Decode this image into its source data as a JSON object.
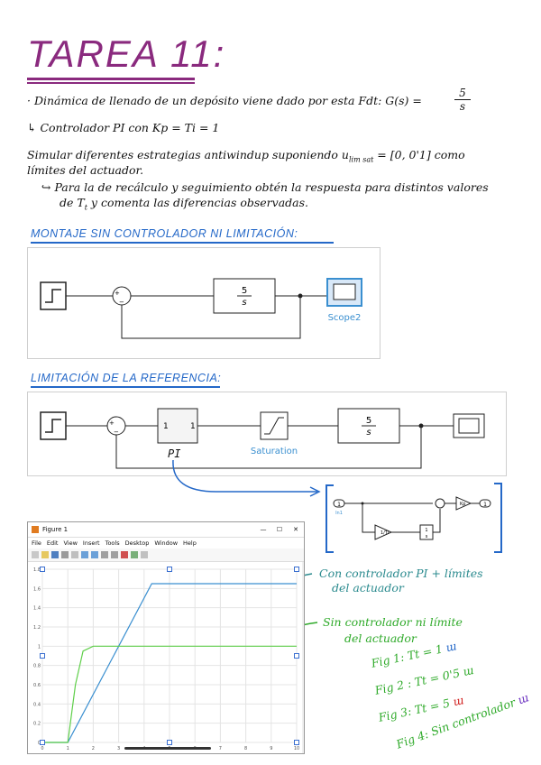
{
  "title": "TAREA 11:",
  "intro": {
    "line1": "· Dinámica de llenado de un depósito viene dado por esta Fdt:  G(s) =",
    "tf_num": "5",
    "tf_den": "s",
    "line2": "↳ Controlador PI con Kp = Ti = 1",
    "line3": "Simular diferentes estrategias antiwindup suponiendo  u",
    "line3_sub": "lim sat",
    "line3_b": " = [0, 0'1] como",
    "line4": "límites del actuador.",
    "line5": "↪ Para la de recálculo y seguimiento obtén la respuesta para distintos valores",
    "line6": "de T",
    "line6_sub": "t",
    "line6_b": " y comenta las diferencias observadas."
  },
  "section1": {
    "heading": "MONTAJE SIN CONTROLADOR NI LIMITACIÓN:",
    "tf_num": "5",
    "tf_den": "s",
    "scope_label": "Scope2",
    "sum_plus": "+",
    "sum_minus": "−"
  },
  "section2": {
    "heading": "LIMITACIÓN DE LA REFERENCIA:",
    "pi_in": "1",
    "pi_out": "1",
    "pi_label": "PI",
    "saturation_label": "Saturation",
    "tf_num": "5",
    "tf_den": "s",
    "sum_plus": "+",
    "sum_minus": "−"
  },
  "subsystem": {
    "in_port": "1",
    "in_label": "In1",
    "gain": "1/Ti",
    "int_num": "1",
    "int_den": "s",
    "kp": "Kp",
    "out_port": "1"
  },
  "figure": {
    "window_title": "Figure 1",
    "controls": [
      "—",
      "☐",
      "✕"
    ],
    "menu": [
      "File",
      "Edit",
      "View",
      "Insert",
      "Tools",
      "Desktop",
      "Window",
      "Help"
    ],
    "y_ticks": [
      "1.8",
      "1.6",
      "1.4",
      "1.2",
      "1",
      "0.8",
      "0.6",
      "0.4",
      "0.2",
      "0"
    ],
    "x_ticks": [
      "0",
      "1",
      "2",
      "3",
      "4",
      "5",
      "6",
      "7",
      "8",
      "9",
      "10"
    ],
    "colors": {
      "blue_series": "#3a8fd0",
      "green_series": "#5fcf4a"
    }
  },
  "chart_data": {
    "type": "line",
    "xlim": [
      0,
      10
    ],
    "ylim": [
      0,
      1.8
    ],
    "grid": true,
    "series": [
      {
        "x": [
          0,
          1,
          4.3,
          10
        ],
        "y": [
          0,
          0,
          1.65,
          1.65
        ]
      },
      {
        "x": [
          0,
          1,
          1.3,
          1.6,
          2,
          10
        ],
        "y": [
          0,
          0,
          0.6,
          0.95,
          1.0,
          1.0
        ]
      }
    ]
  },
  "annotations": {
    "blue": "Con controlador PI + límites",
    "blue2": "del actuador",
    "green": "Sin controlador ni límite",
    "green2": "del actuador",
    "fig1": "Fig 1: Tt = 1",
    "fig2": "Fig 2 : Tt = 0'5",
    "fig3": "Fig 3: Tt = 5",
    "fig4": "Fig 4: Sin controlador"
  }
}
